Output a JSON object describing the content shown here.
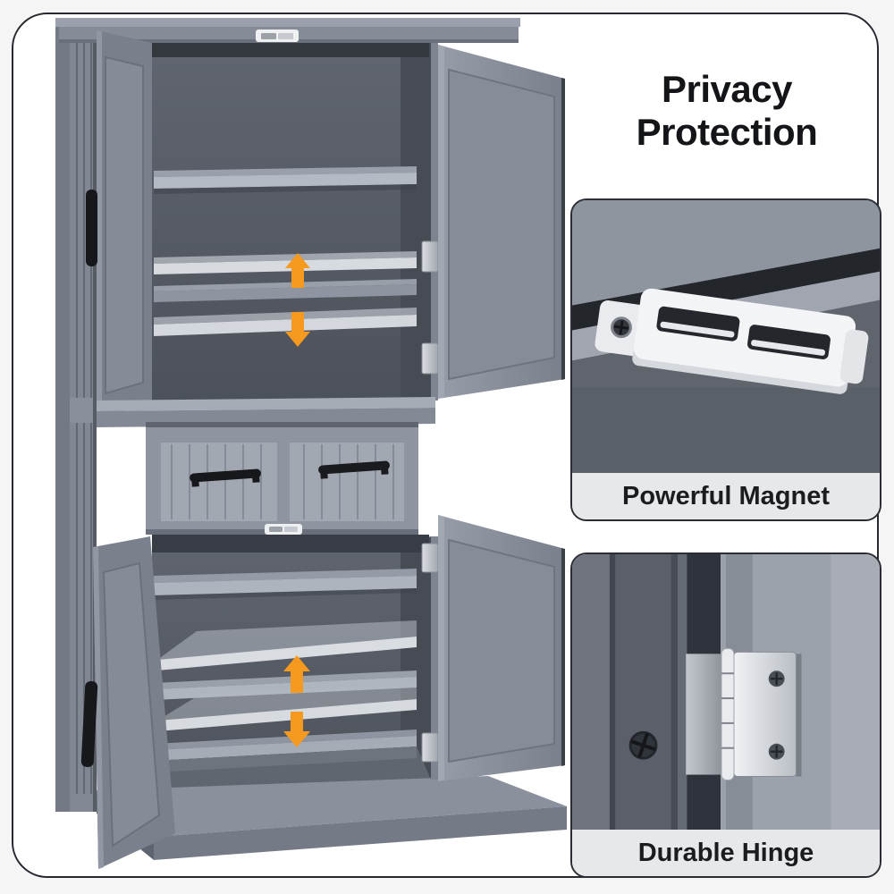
{
  "title": {
    "text": "Privacy Protection"
  },
  "callout_cards": [
    {
      "label": "Powerful Magnet",
      "photo_icon": "magnet-catch-closeup-icon"
    },
    {
      "label": "Durable Hinge",
      "photo_icon": "door-hinge-closeup-icon"
    }
  ],
  "illustration": {
    "subject": "gray tall storage cabinet with open doors, middle drawer and adjustable shelves",
    "arrow_icons": [
      "arrow-up-icon",
      "arrow-down-icon",
      "arrow-up-icon",
      "arrow-down-icon"
    ],
    "colors": {
      "accent_arrow": "#F59A1E",
      "cabinet_body": "#868C98",
      "interior": "#575C66",
      "frame_border": "#26292F",
      "page_background": "#F5F5F6",
      "caption_background": "#E7E8EA"
    }
  }
}
